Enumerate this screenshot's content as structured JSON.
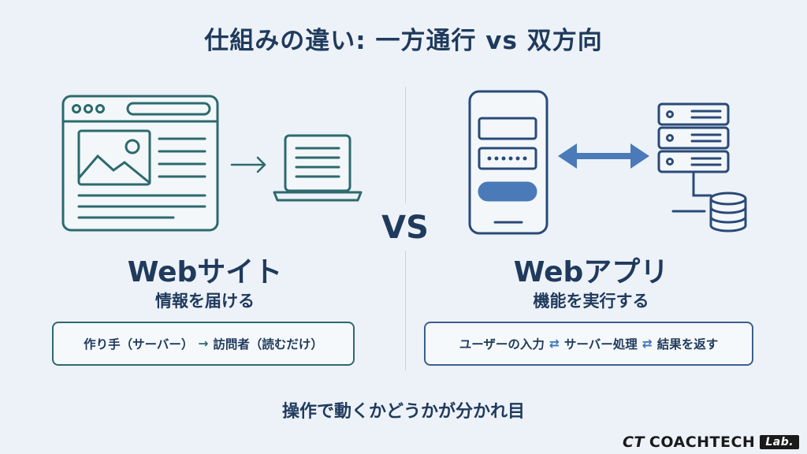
{
  "title": "仕組みの違い: 一方通行 vs 双方向",
  "vs_label": "VS",
  "left": {
    "heading": "Webサイト",
    "subheading": "情報を届ける",
    "flow": {
      "from": "作り手（サーバー）",
      "arrow": "→",
      "to": "訪問者（読むだけ）"
    }
  },
  "right": {
    "heading": "Webアプリ",
    "subheading": "機能を実行する",
    "flow": {
      "step1": "ユーザーの入力",
      "arrow1": "⇄",
      "step2": "サーバー処理",
      "arrow2": "⇄",
      "step3": "結果を返す"
    }
  },
  "footer": "操作で動くかどうかが分かれ目",
  "logo": {
    "mark": "CT",
    "name": "COACHTECH",
    "badge": "Lab."
  },
  "colors": {
    "background": "#edf2f8",
    "navy": "#1f3a5c",
    "teal": "#2c6a6e",
    "blue": "#3d74b8"
  }
}
